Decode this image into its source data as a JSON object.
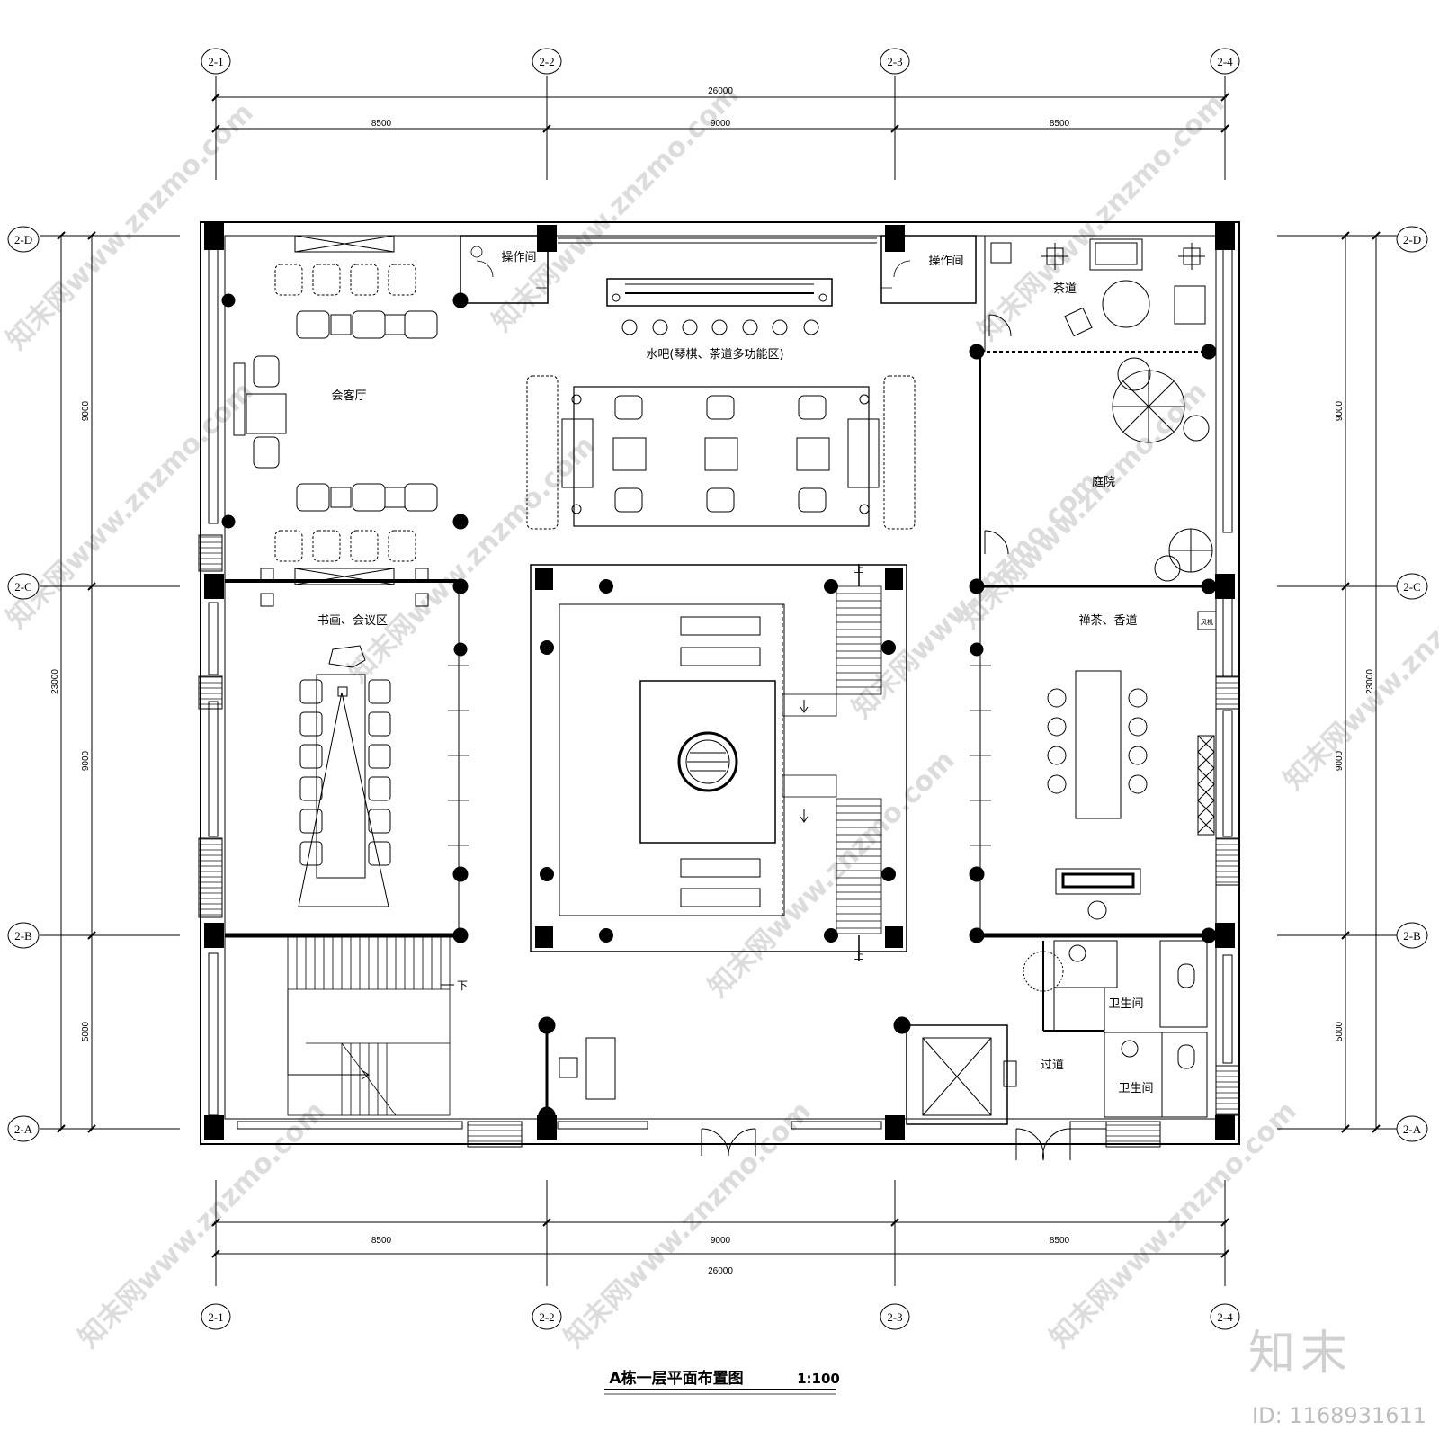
{
  "axes": {
    "columns": [
      "2-1",
      "2-2",
      "2-3",
      "2-4"
    ],
    "rows": [
      "2-D",
      "2-C",
      "2-B",
      "2-A"
    ]
  },
  "dimensions": {
    "top_total": "26000",
    "top_spans": [
      "8500",
      "9000",
      "8500"
    ],
    "bottom_spans": [
      "8500",
      "9000",
      "8500"
    ],
    "bottom_total": "26000",
    "left_total": "23000",
    "left_spans": [
      "9000",
      "9000",
      "5000"
    ],
    "right_total": "23000",
    "right_spans": [
      "9000",
      "9000",
      "5000"
    ]
  },
  "rooms": {
    "reception": "会客厅",
    "calligraphy_meeting": "书画、会议区",
    "operation_room_1": "操作间",
    "operation_room_2": "操作间",
    "water_bar": "水吧(琴棋、茶道多功能区)",
    "tea_way": "茶道",
    "courtyard": "庭院",
    "zen_tea_incense": "禅茶、香道",
    "restroom_1": "卫生间",
    "restroom_2": "卫生间",
    "corridor": "过道",
    "stair_down": "下",
    "stair_up_top": "上",
    "stair_up_bottom": "上",
    "small_tag": "风机"
  },
  "drawing_title": "A栋一层平面布置图",
  "scale": "1:100",
  "watermark": {
    "text": "知末网www.znzmo.com",
    "brand": "知末",
    "id": "ID: 1168931611"
  },
  "colors": {
    "line": "#000000",
    "watermark": "#d6d6d6"
  }
}
